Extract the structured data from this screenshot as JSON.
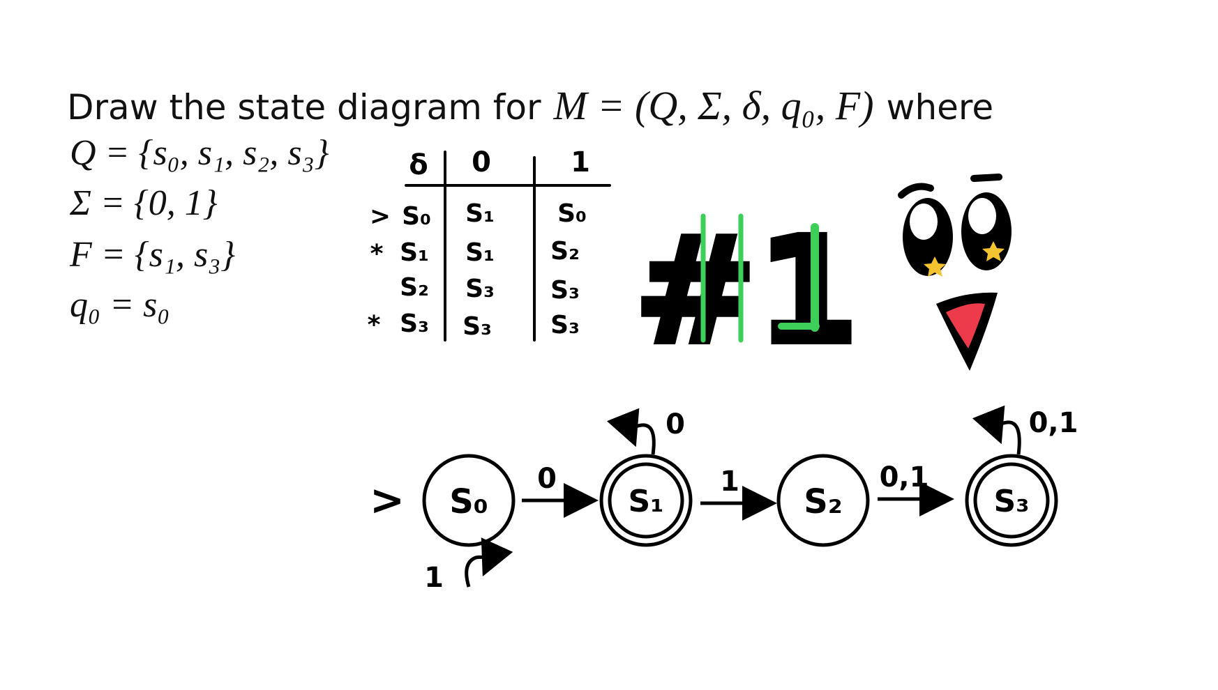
{
  "title": {
    "prefix": "Draw the state diagram for",
    "math": "M = (Q, Σ, δ, q₀, F)",
    "suffix": "where"
  },
  "definitions": {
    "Q": "Q = {s₀, s₁, s₂, s₃}",
    "Sigma": "Σ = {0, 1}",
    "F": "F = {s₁, s₃}",
    "q0": "q₀ = s₀"
  },
  "transition_table": {
    "header": {
      "delta": "δ",
      "col0": "0",
      "col1": "1"
    },
    "rows": [
      {
        "mark": ">",
        "state": "S₀",
        "on0": "S₁",
        "on1": "S₀"
      },
      {
        "mark": "*",
        "state": "S₁",
        "on0": "S₁",
        "on1": "S₂"
      },
      {
        "mark": "",
        "state": "S₂",
        "on0": "S₃",
        "on1": "S₃"
      },
      {
        "mark": "*",
        "state": "S₃",
        "on0": "S₃",
        "on1": "S₃"
      }
    ]
  },
  "badge": {
    "text": "#1",
    "accent_color": "#3ecf5a",
    "tongue_color": "#ee3b4c",
    "star_color": "#f4c430"
  },
  "diagram": {
    "start_marker": ">",
    "states": [
      {
        "label": "S₀",
        "accepting": false
      },
      {
        "label": "S₁",
        "accepting": true
      },
      {
        "label": "S₂",
        "accepting": false
      },
      {
        "label": "S₃",
        "accepting": true
      }
    ],
    "edges": [
      {
        "from": "S₀",
        "to": "S₁",
        "label": "0"
      },
      {
        "from": "S₁",
        "to": "S₂",
        "label": "1"
      },
      {
        "from": "S₂",
        "to": "S₃",
        "label": "0,1"
      }
    ],
    "self_loops": [
      {
        "state": "S₀",
        "label": "1"
      },
      {
        "state": "S₁",
        "label": "0"
      },
      {
        "state": "S₃",
        "label": "0,1"
      }
    ]
  }
}
